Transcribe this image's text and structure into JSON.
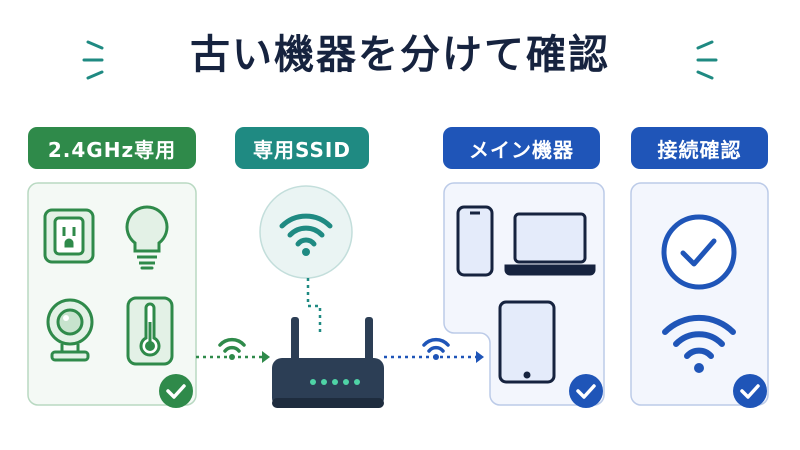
{
  "title": "古い機器を分けて確認",
  "labels": {
    "iot": "2.4GHz専用",
    "ssid": "専用SSID",
    "main_devices": "メイン機器",
    "connection_check": "接続確認"
  },
  "colors": {
    "green": "#2f8a4a",
    "teal": "#1f8a82",
    "blue": "#1f55b8",
    "navy": "#16233f"
  },
  "icons": {
    "iot_panel": [
      "outlet-icon",
      "light-bulb-icon",
      "camera-icon",
      "thermometer-icon",
      "check-icon"
    ],
    "router": [
      "wifi-icon",
      "router-icon"
    ],
    "main_panel": [
      "smartphone-icon",
      "laptop-icon",
      "tablet-icon",
      "check-icon"
    ],
    "check_panel": [
      "check-circle-icon",
      "wifi-icon",
      "check-icon"
    ]
  }
}
